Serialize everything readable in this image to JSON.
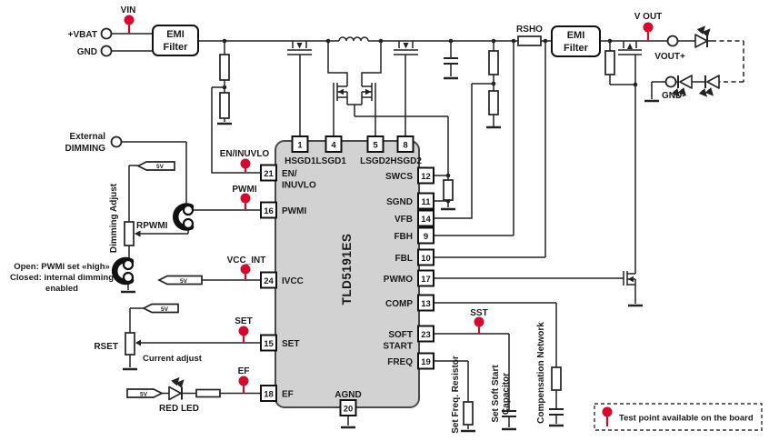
{
  "colors": {
    "accent_red": "#d20a2e"
  },
  "ic": {
    "part_number": "TLD5191ES",
    "top_group_left": "HSGD1LSGD1",
    "top_group_right": "LSGD2HSGD2",
    "pins_top": [
      {
        "num": "1"
      },
      {
        "num": "4"
      },
      {
        "num": "5"
      },
      {
        "num": "8"
      }
    ],
    "pins_left": [
      {
        "num": "21",
        "line1": "EN/",
        "line2": "INUVLO"
      },
      {
        "num": "16",
        "label": "PWMI"
      },
      {
        "num": "24",
        "label": "IVCC"
      },
      {
        "num": "15",
        "label": "SET"
      },
      {
        "num": "18",
        "label": "EF"
      }
    ],
    "pins_right": [
      {
        "num": "12",
        "label": "SWCS"
      },
      {
        "num": "11",
        "label": "SGND"
      },
      {
        "num": "14",
        "label": "VFB"
      },
      {
        "num": "9",
        "label": "FBH"
      },
      {
        "num": "10",
        "label": "FBL"
      },
      {
        "num": "17",
        "label": "PWMO"
      },
      {
        "num": "13",
        "label": "COMP"
      },
      {
        "num": "23",
        "line1": "SOFT",
        "line2": "START"
      },
      {
        "num": "19",
        "label": "FREQ"
      }
    ],
    "pin_bottom": {
      "num": "20",
      "label": "AGND"
    }
  },
  "terminals": {
    "vbat": "+VBAT",
    "gnd": "GND",
    "ext_dim_line1": "External",
    "ext_dim_line2": "DIMMING",
    "vout_plus": "VOUT+",
    "gnd_minus": "GND-"
  },
  "test_points": {
    "vin": "VIN",
    "en_inuvlo": "EN/INUVLO",
    "pwmi": "PWMI",
    "vcc_int": "VCC_INT",
    "set": "SET",
    "ef": "EF",
    "sst": "SST",
    "vout": "V OUT"
  },
  "blocks": {
    "emi_line1": "EMI",
    "emi_line2": "Filter"
  },
  "components": {
    "rsho": "RSHO",
    "rpwmi": "RPWMI",
    "rset": "RSET",
    "red_led": "RED LED"
  },
  "net_flags": {
    "v5": "5V"
  },
  "annotations": {
    "dimming_adjust": "Dimming Adjust",
    "current_adjust": "Current adjust",
    "jumper_note_line1": "Open: PWMI set «high»",
    "jumper_note_line2": "Closed: internal dimming",
    "jumper_note_line3": "enabled",
    "set_freq_resistor": "Set Freq. Resistor",
    "soft_start_line1": "Set Soft Start",
    "soft_start_line2": "Capacitor",
    "compensation_network": "Compensation Network"
  },
  "legend": {
    "text": "Test point available on the board"
  }
}
